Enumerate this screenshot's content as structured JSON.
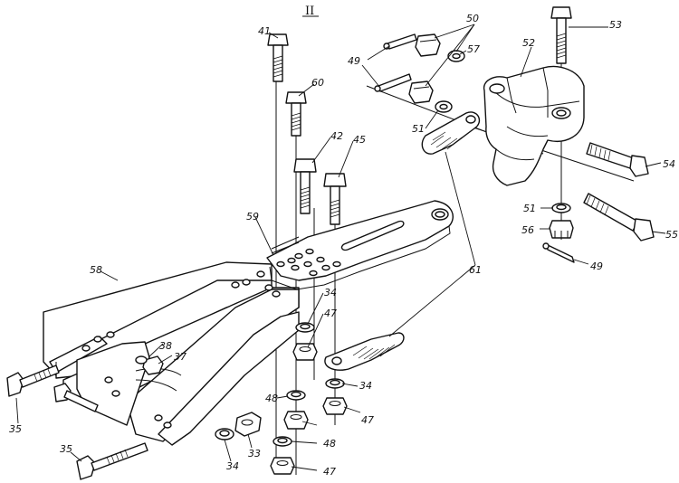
{
  "figure": {
    "section_mark": "II",
    "callouts": {
      "c33": "33",
      "c34a": "34",
      "c34b": "34",
      "c34c": "34",
      "c35a": "35",
      "c35b": "35",
      "c37": "37",
      "c38": "38",
      "c41": "41",
      "c42": "42",
      "c45": "45",
      "c47a": "47",
      "c47b": "47",
      "c47c": "47",
      "c48a": "48",
      "c48b": "48",
      "c49a": "49",
      "c49b": "49",
      "c50": "50",
      "c51a": "51",
      "c51b": "51",
      "c52": "52",
      "c53": "53",
      "c54": "54",
      "c55": "55",
      "c56": "56",
      "c57": "57",
      "c58": "58",
      "c59": "59",
      "c60": "60",
      "c61": "61"
    }
  }
}
